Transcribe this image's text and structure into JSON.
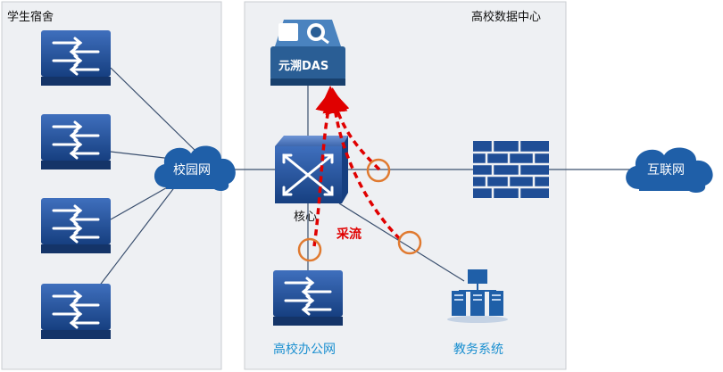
{
  "zones": {
    "dormitory": {
      "title": "学生宿舍"
    },
    "datacenter": {
      "title": "高校数据中心"
    }
  },
  "nodes": {
    "campus_net": {
      "label": "校园网"
    },
    "internet": {
      "label": "互联网"
    },
    "core": {
      "label": "核心"
    },
    "das": {
      "label": "元溯DAS"
    },
    "office_net": {
      "label": "高校办公网"
    },
    "academic_sys": {
      "label": "教务系统"
    }
  },
  "annotations": {
    "flow_capture": "采流"
  },
  "colors": {
    "zone_bg": "#eef0f3",
    "switch_blue": "#1f4e96",
    "cloud_blue": "#1f5fa8",
    "flow_red": "#e00000",
    "tap_orange": "#e07a30",
    "label_blue": "#1a8fd0"
  }
}
